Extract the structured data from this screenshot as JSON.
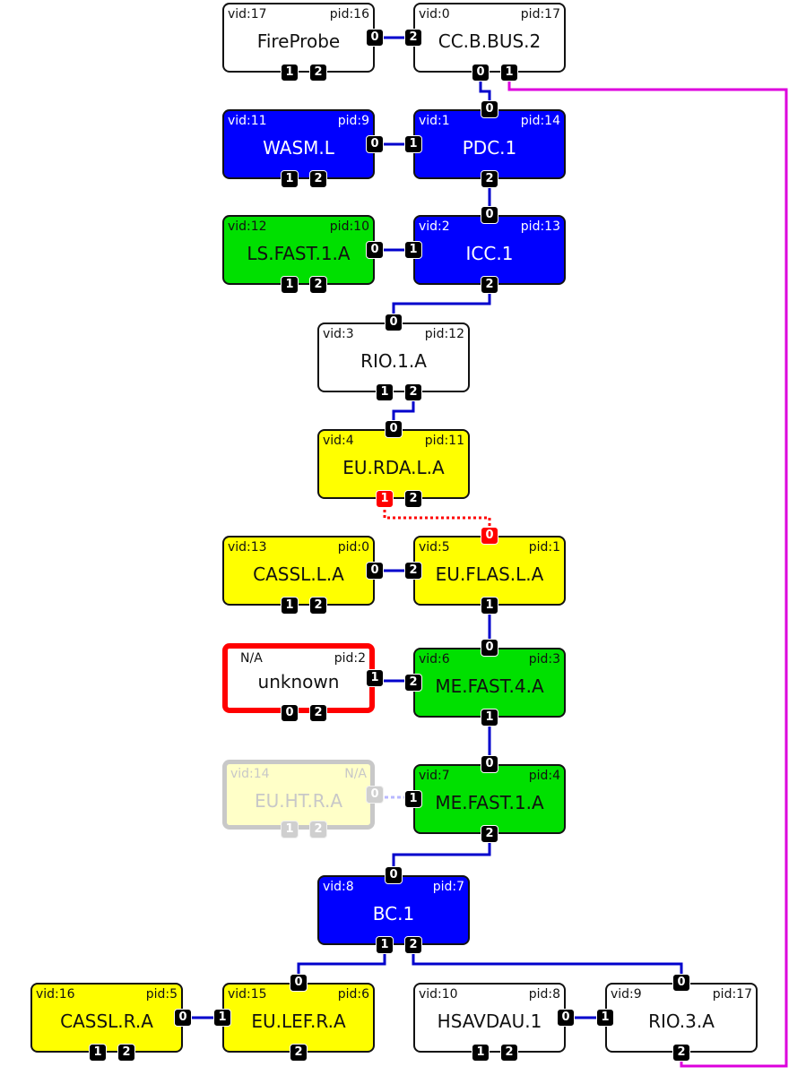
{
  "colors": {
    "white": "#ffffff",
    "blue": "#0000ff",
    "green": "#00e000",
    "yellow": "#ffff00",
    "faded_yellow": "#ffffc8",
    "wire": "#0000cc",
    "faded_wire": "#b8b8ff",
    "bad_link": "#ff0000",
    "magenta": "#dd00dd",
    "error_border": "#ff0000",
    "faded_border": "#c8c8c8",
    "faded_text": "#c8c8c8"
  },
  "nodes": [
    {
      "id": "fireprobe",
      "vid": "vid:17",
      "pid": "pid:16",
      "name": "FireProbe",
      "fill": "white"
    },
    {
      "id": "ccbbus2",
      "vid": "vid:0",
      "pid": "pid:17",
      "name": "CC.B.BUS.2",
      "fill": "white"
    },
    {
      "id": "wasml",
      "vid": "vid:11",
      "pid": "pid:9",
      "name": "WASM.L",
      "fill": "blue"
    },
    {
      "id": "pdc1",
      "vid": "vid:1",
      "pid": "pid:14",
      "name": "PDC.1",
      "fill": "blue"
    },
    {
      "id": "lsfast1a",
      "vid": "vid:12",
      "pid": "pid:10",
      "name": "LS.FAST.1.A",
      "fill": "green"
    },
    {
      "id": "icc1",
      "vid": "vid:2",
      "pid": "pid:13",
      "name": "ICC.1",
      "fill": "blue"
    },
    {
      "id": "rio1a",
      "vid": "vid:3",
      "pid": "pid:12",
      "name": "RIO.1.A",
      "fill": "white"
    },
    {
      "id": "eurdala",
      "vid": "vid:4",
      "pid": "pid:11",
      "name": "EU.RDA.L.A",
      "fill": "yellow"
    },
    {
      "id": "cassla",
      "vid": "vid:13",
      "pid": "pid:0",
      "name": "CASSL.L.A",
      "fill": "yellow"
    },
    {
      "id": "euflasla",
      "vid": "vid:5",
      "pid": "pid:1",
      "name": "EU.FLAS.L.A",
      "fill": "yellow"
    },
    {
      "id": "unknown",
      "vid": "N/A",
      "pid": "pid:2",
      "name": "unknown",
      "fill": "white",
      "state": "error"
    },
    {
      "id": "mefast4a",
      "vid": "vid:6",
      "pid": "pid:3",
      "name": "ME.FAST.4.A",
      "fill": "green"
    },
    {
      "id": "euhtra",
      "vid": "vid:14",
      "pid": "N/A",
      "name": "EU.HT.R.A",
      "fill": "faded_yellow",
      "state": "faded"
    },
    {
      "id": "mefast1a",
      "vid": "vid:7",
      "pid": "pid:4",
      "name": "ME.FAST.1.A",
      "fill": "green"
    },
    {
      "id": "bc1",
      "vid": "vid:8",
      "pid": "pid:7",
      "name": "BC.1",
      "fill": "blue"
    },
    {
      "id": "casslra",
      "vid": "vid:16",
      "pid": "pid:5",
      "name": "CASSL.R.A",
      "fill": "yellow"
    },
    {
      "id": "eulefra",
      "vid": "vid:15",
      "pid": "pid:6",
      "name": "EU.LEF.R.A",
      "fill": "yellow"
    },
    {
      "id": "hsavdau1",
      "vid": "vid:10",
      "pid": "pid:8",
      "name": "HSAVDAU.1",
      "fill": "white"
    },
    {
      "id": "rio3a",
      "vid": "vid:9",
      "pid": "pid:17",
      "name": "RIO.3.A",
      "fill": "white"
    }
  ],
  "ports": [
    {
      "node": "fireprobe",
      "label": "0",
      "side": "right"
    },
    {
      "node": "fireprobe",
      "label": "1",
      "side": "bottom1"
    },
    {
      "node": "fireprobe",
      "label": "2",
      "side": "bottom2"
    },
    {
      "node": "ccbbus2",
      "label": "2",
      "side": "left"
    },
    {
      "node": "ccbbus2",
      "label": "0",
      "side": "bottom1"
    },
    {
      "node": "ccbbus2",
      "label": "1",
      "side": "bottom2"
    },
    {
      "node": "wasml",
      "label": "0",
      "side": "right"
    },
    {
      "node": "wasml",
      "label": "1",
      "side": "bottom1"
    },
    {
      "node": "wasml",
      "label": "2",
      "side": "bottom2"
    },
    {
      "node": "pdc1",
      "label": "0",
      "side": "top"
    },
    {
      "node": "pdc1",
      "label": "1",
      "side": "left"
    },
    {
      "node": "pdc1",
      "label": "2",
      "side": "bottom"
    },
    {
      "node": "lsfast1a",
      "label": "0",
      "side": "right"
    },
    {
      "node": "lsfast1a",
      "label": "1",
      "side": "bottom1"
    },
    {
      "node": "lsfast1a",
      "label": "2",
      "side": "bottom2"
    },
    {
      "node": "icc1",
      "label": "0",
      "side": "top"
    },
    {
      "node": "icc1",
      "label": "1",
      "side": "left"
    },
    {
      "node": "icc1",
      "label": "2",
      "side": "bottom"
    },
    {
      "node": "rio1a",
      "label": "0",
      "side": "top"
    },
    {
      "node": "rio1a",
      "label": "1",
      "side": "bottom1"
    },
    {
      "node": "rio1a",
      "label": "2",
      "side": "bottom2"
    },
    {
      "node": "eurdala",
      "label": "0",
      "side": "top"
    },
    {
      "node": "eurdala",
      "label": "1",
      "side": "bottom1",
      "state": "bad"
    },
    {
      "node": "eurdala",
      "label": "2",
      "side": "bottom2"
    },
    {
      "node": "cassla",
      "label": "0",
      "side": "right"
    },
    {
      "node": "cassla",
      "label": "1",
      "side": "bottom1"
    },
    {
      "node": "cassla",
      "label": "2",
      "side": "bottom2"
    },
    {
      "node": "euflasla",
      "label": "0",
      "side": "top",
      "state": "bad"
    },
    {
      "node": "euflasla",
      "label": "2",
      "side": "left"
    },
    {
      "node": "euflasla",
      "label": "1",
      "side": "bottom"
    },
    {
      "node": "unknown",
      "label": "1",
      "side": "right"
    },
    {
      "node": "unknown",
      "label": "0",
      "side": "bottom1"
    },
    {
      "node": "unknown",
      "label": "2",
      "side": "bottom2"
    },
    {
      "node": "mefast4a",
      "label": "0",
      "side": "top"
    },
    {
      "node": "mefast4a",
      "label": "2",
      "side": "left"
    },
    {
      "node": "mefast4a",
      "label": "1",
      "side": "bottom"
    },
    {
      "node": "euhtra",
      "label": "0",
      "side": "right",
      "state": "faded"
    },
    {
      "node": "euhtra",
      "label": "1",
      "side": "bottom1",
      "state": "faded"
    },
    {
      "node": "euhtra",
      "label": "2",
      "side": "bottom2",
      "state": "faded"
    },
    {
      "node": "mefast1a",
      "label": "0",
      "side": "top"
    },
    {
      "node": "mefast1a",
      "label": "1",
      "side": "left"
    },
    {
      "node": "mefast1a",
      "label": "2",
      "side": "bottom"
    },
    {
      "node": "bc1",
      "label": "0",
      "side": "top"
    },
    {
      "node": "bc1",
      "label": "1",
      "side": "bottom1"
    },
    {
      "node": "bc1",
      "label": "2",
      "side": "bottom2"
    },
    {
      "node": "casslra",
      "label": "0",
      "side": "right"
    },
    {
      "node": "casslra",
      "label": "1",
      "side": "bottom1"
    },
    {
      "node": "casslra",
      "label": "2",
      "side": "bottom2"
    },
    {
      "node": "eulefra",
      "label": "0",
      "side": "top"
    },
    {
      "node": "eulefra",
      "label": "1",
      "side": "left"
    },
    {
      "node": "eulefra",
      "label": "2",
      "side": "bottom"
    },
    {
      "node": "hsavdau1",
      "label": "0",
      "side": "right"
    },
    {
      "node": "hsavdau1",
      "label": "1",
      "side": "bottom1"
    },
    {
      "node": "hsavdau1",
      "label": "2",
      "side": "bottom2"
    },
    {
      "node": "rio3a",
      "label": "0",
      "side": "top"
    },
    {
      "node": "rio3a",
      "label": "1",
      "side": "left"
    },
    {
      "node": "rio3a",
      "label": "2",
      "side": "bottom"
    }
  ],
  "links": [
    {
      "from": "fireprobe",
      "from_port": "0",
      "to": "ccbbus2",
      "to_port": "2",
      "style": "solid"
    },
    {
      "from": "ccbbus2",
      "from_port": "0",
      "to": "pdc1",
      "to_port": "0",
      "style": "solid"
    },
    {
      "from": "ccbbus2",
      "from_port": "1",
      "to": "rio3a",
      "to_port": "2",
      "style": "loop"
    },
    {
      "from": "wasml",
      "from_port": "0",
      "to": "pdc1",
      "to_port": "1",
      "style": "solid"
    },
    {
      "from": "pdc1",
      "from_port": "2",
      "to": "icc1",
      "to_port": "0",
      "style": "solid"
    },
    {
      "from": "lsfast1a",
      "from_port": "0",
      "to": "icc1",
      "to_port": "1",
      "style": "solid"
    },
    {
      "from": "icc1",
      "from_port": "2",
      "to": "rio1a",
      "to_port": "0",
      "style": "solid"
    },
    {
      "from": "rio1a",
      "from_port": "2",
      "to": "eurdala",
      "to_port": "0",
      "style": "solid"
    },
    {
      "from": "eurdala",
      "from_port": "1",
      "to": "euflasla",
      "to_port": "0",
      "style": "bad"
    },
    {
      "from": "cassla",
      "from_port": "0",
      "to": "euflasla",
      "to_port": "2",
      "style": "solid"
    },
    {
      "from": "euflasla",
      "from_port": "1",
      "to": "mefast4a",
      "to_port": "0",
      "style": "solid"
    },
    {
      "from": "unknown",
      "from_port": "1",
      "to": "mefast4a",
      "to_port": "2",
      "style": "solid"
    },
    {
      "from": "mefast4a",
      "from_port": "1",
      "to": "mefast1a",
      "to_port": "0",
      "style": "solid"
    },
    {
      "from": "euhtra",
      "from_port": "0",
      "to": "mefast1a",
      "to_port": "1",
      "style": "faded"
    },
    {
      "from": "mefast1a",
      "from_port": "2",
      "to": "bc1",
      "to_port": "0",
      "style": "solid"
    },
    {
      "from": "bc1",
      "from_port": "1",
      "to": "eulefra",
      "to_port": "0",
      "style": "solid"
    },
    {
      "from": "bc1",
      "from_port": "2",
      "to": "rio3a",
      "to_port": "0",
      "style": "solid"
    },
    {
      "from": "casslra",
      "from_port": "0",
      "to": "eulefra",
      "to_port": "1",
      "style": "solid"
    },
    {
      "from": "hsavdau1",
      "from_port": "0",
      "to": "rio3a",
      "to_port": "1",
      "style": "solid"
    }
  ]
}
